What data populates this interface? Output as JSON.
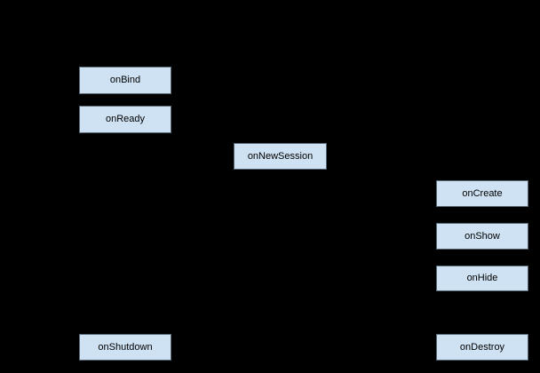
{
  "diagram": {
    "description": "lifecycle-flow-diagram",
    "background_color": "#000000",
    "node_fill_color": "#cfe2f3",
    "node_border_color": "#586874",
    "node_text_color": "#000000",
    "nodes": [
      {
        "label": "onBind"
      },
      {
        "label": "onReady"
      },
      {
        "label": "onNewSession"
      },
      {
        "label": "onCreate"
      },
      {
        "label": "onShow"
      },
      {
        "label": "onHide"
      },
      {
        "label": "onShutdown"
      },
      {
        "label": "onDestroy"
      }
    ]
  }
}
